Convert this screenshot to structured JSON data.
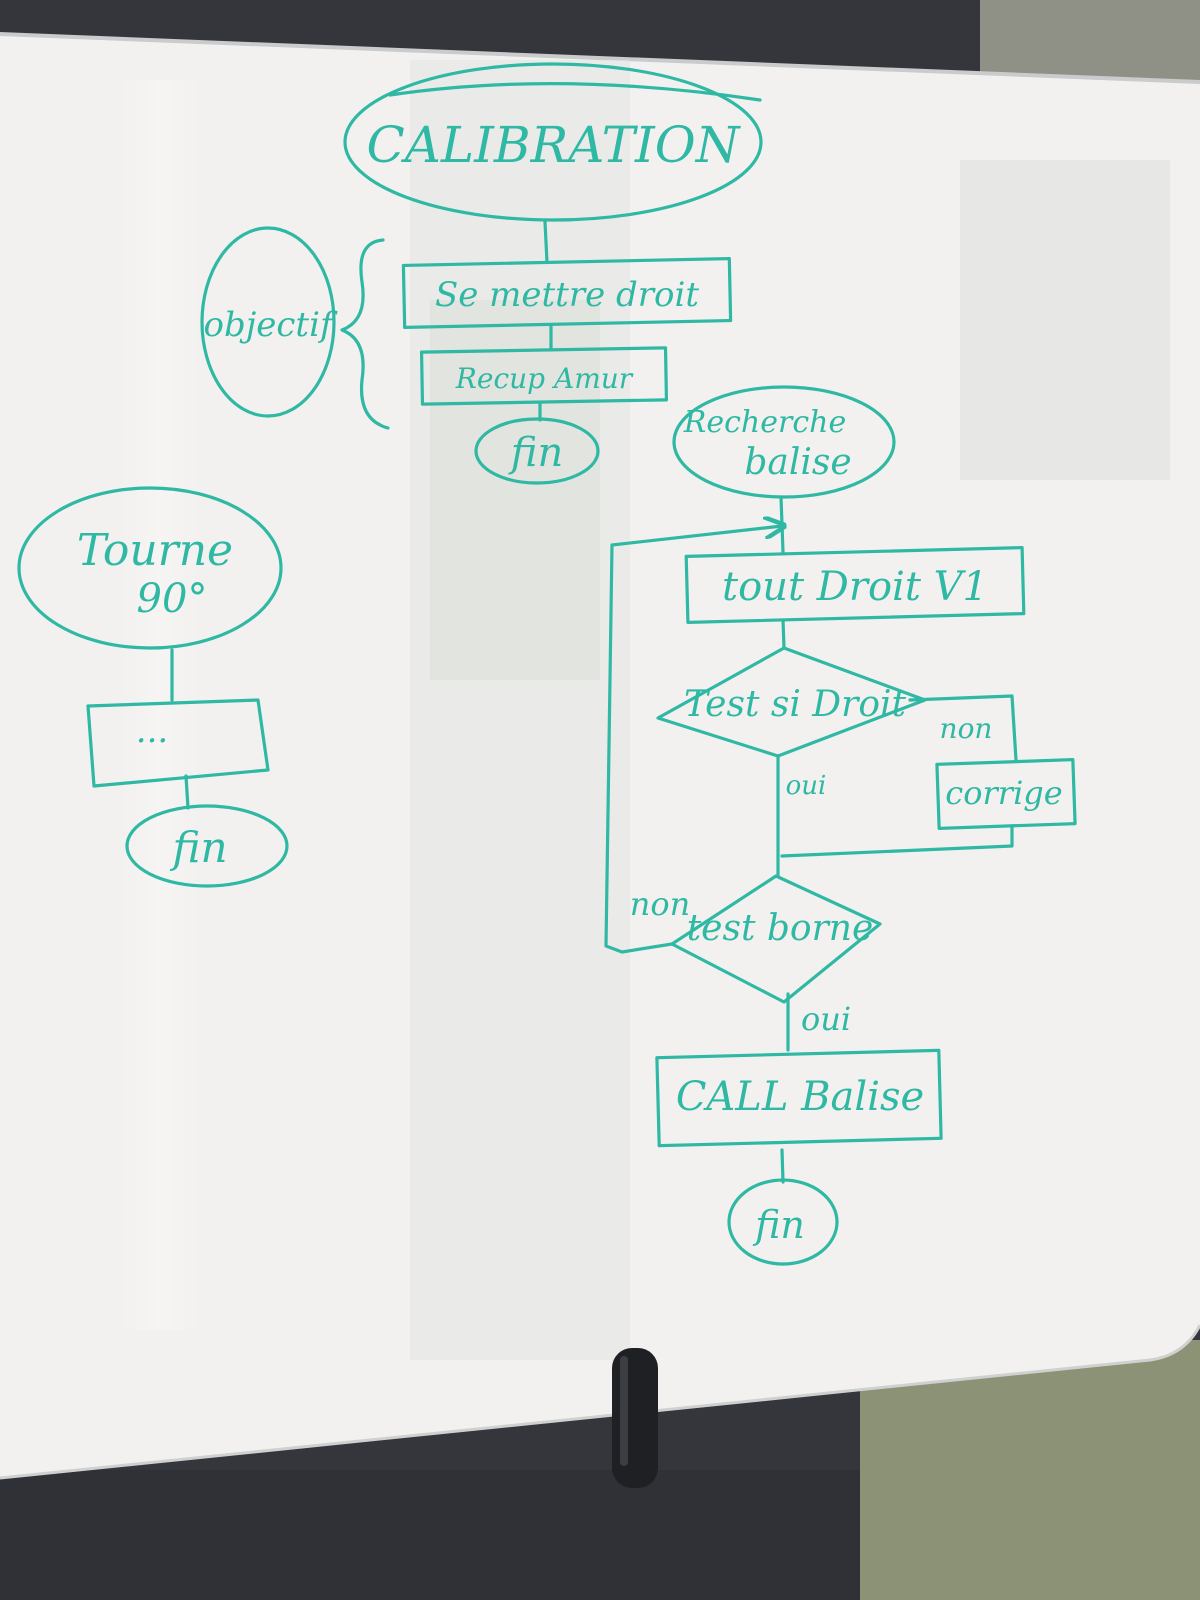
{
  "board": {
    "ink_color": "#2fb8a3",
    "surface_color": "#f2f1ef",
    "wall_color": "#3b3d42"
  },
  "calibration": {
    "title": "CALIBRATION",
    "objective_label": "objectif",
    "step1": "Se mettre droit",
    "step2": "Recup Amur",
    "end": "fin"
  },
  "turn": {
    "title_line1": "Tourne",
    "title_line2": "90°",
    "step": "...",
    "end": "fin"
  },
  "search": {
    "title_line1": "Recherche",
    "title_line2": "balise",
    "step1": "tout Droit V1",
    "decision1": "Test si Droit",
    "decision1_no": "non",
    "correct": "corrige",
    "decision1_yes": "oui",
    "decision2": "test borne",
    "decision2_no": "non",
    "decision2_yes": "oui",
    "call": "CALL Balise",
    "end": "fin"
  }
}
